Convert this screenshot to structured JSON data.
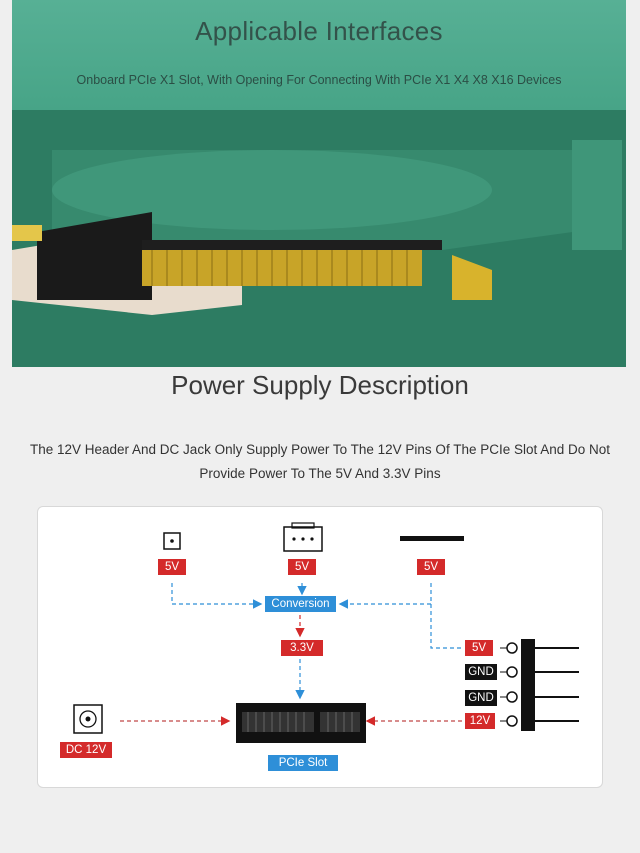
{
  "hero": {
    "title": "Applicable Interfaces",
    "subtitle": "Onboard PCIe X1 Slot, With Opening For Connecting With PCIe X1 X4 X8 X16 Devices"
  },
  "power": {
    "title": "Power Supply Description",
    "description": "The 12V Header And DC Jack Only Supply Power To The 12V Pins Of The PCIe Slot And Do Not Provide Power To The 5V And 3.3V Pins"
  },
  "diagram": {
    "label_5v": "5V",
    "conversion": "Conversion",
    "label_33v": "3.3V",
    "gnd": "GND",
    "label_12v": "12V",
    "dc_12v": "DC 12V",
    "pcie_slot": "PCIe Slot"
  },
  "colors": {
    "accent_red": "#d42a2a",
    "accent_blue": "#2e8fd8",
    "hero_green": "#3f9e80"
  }
}
